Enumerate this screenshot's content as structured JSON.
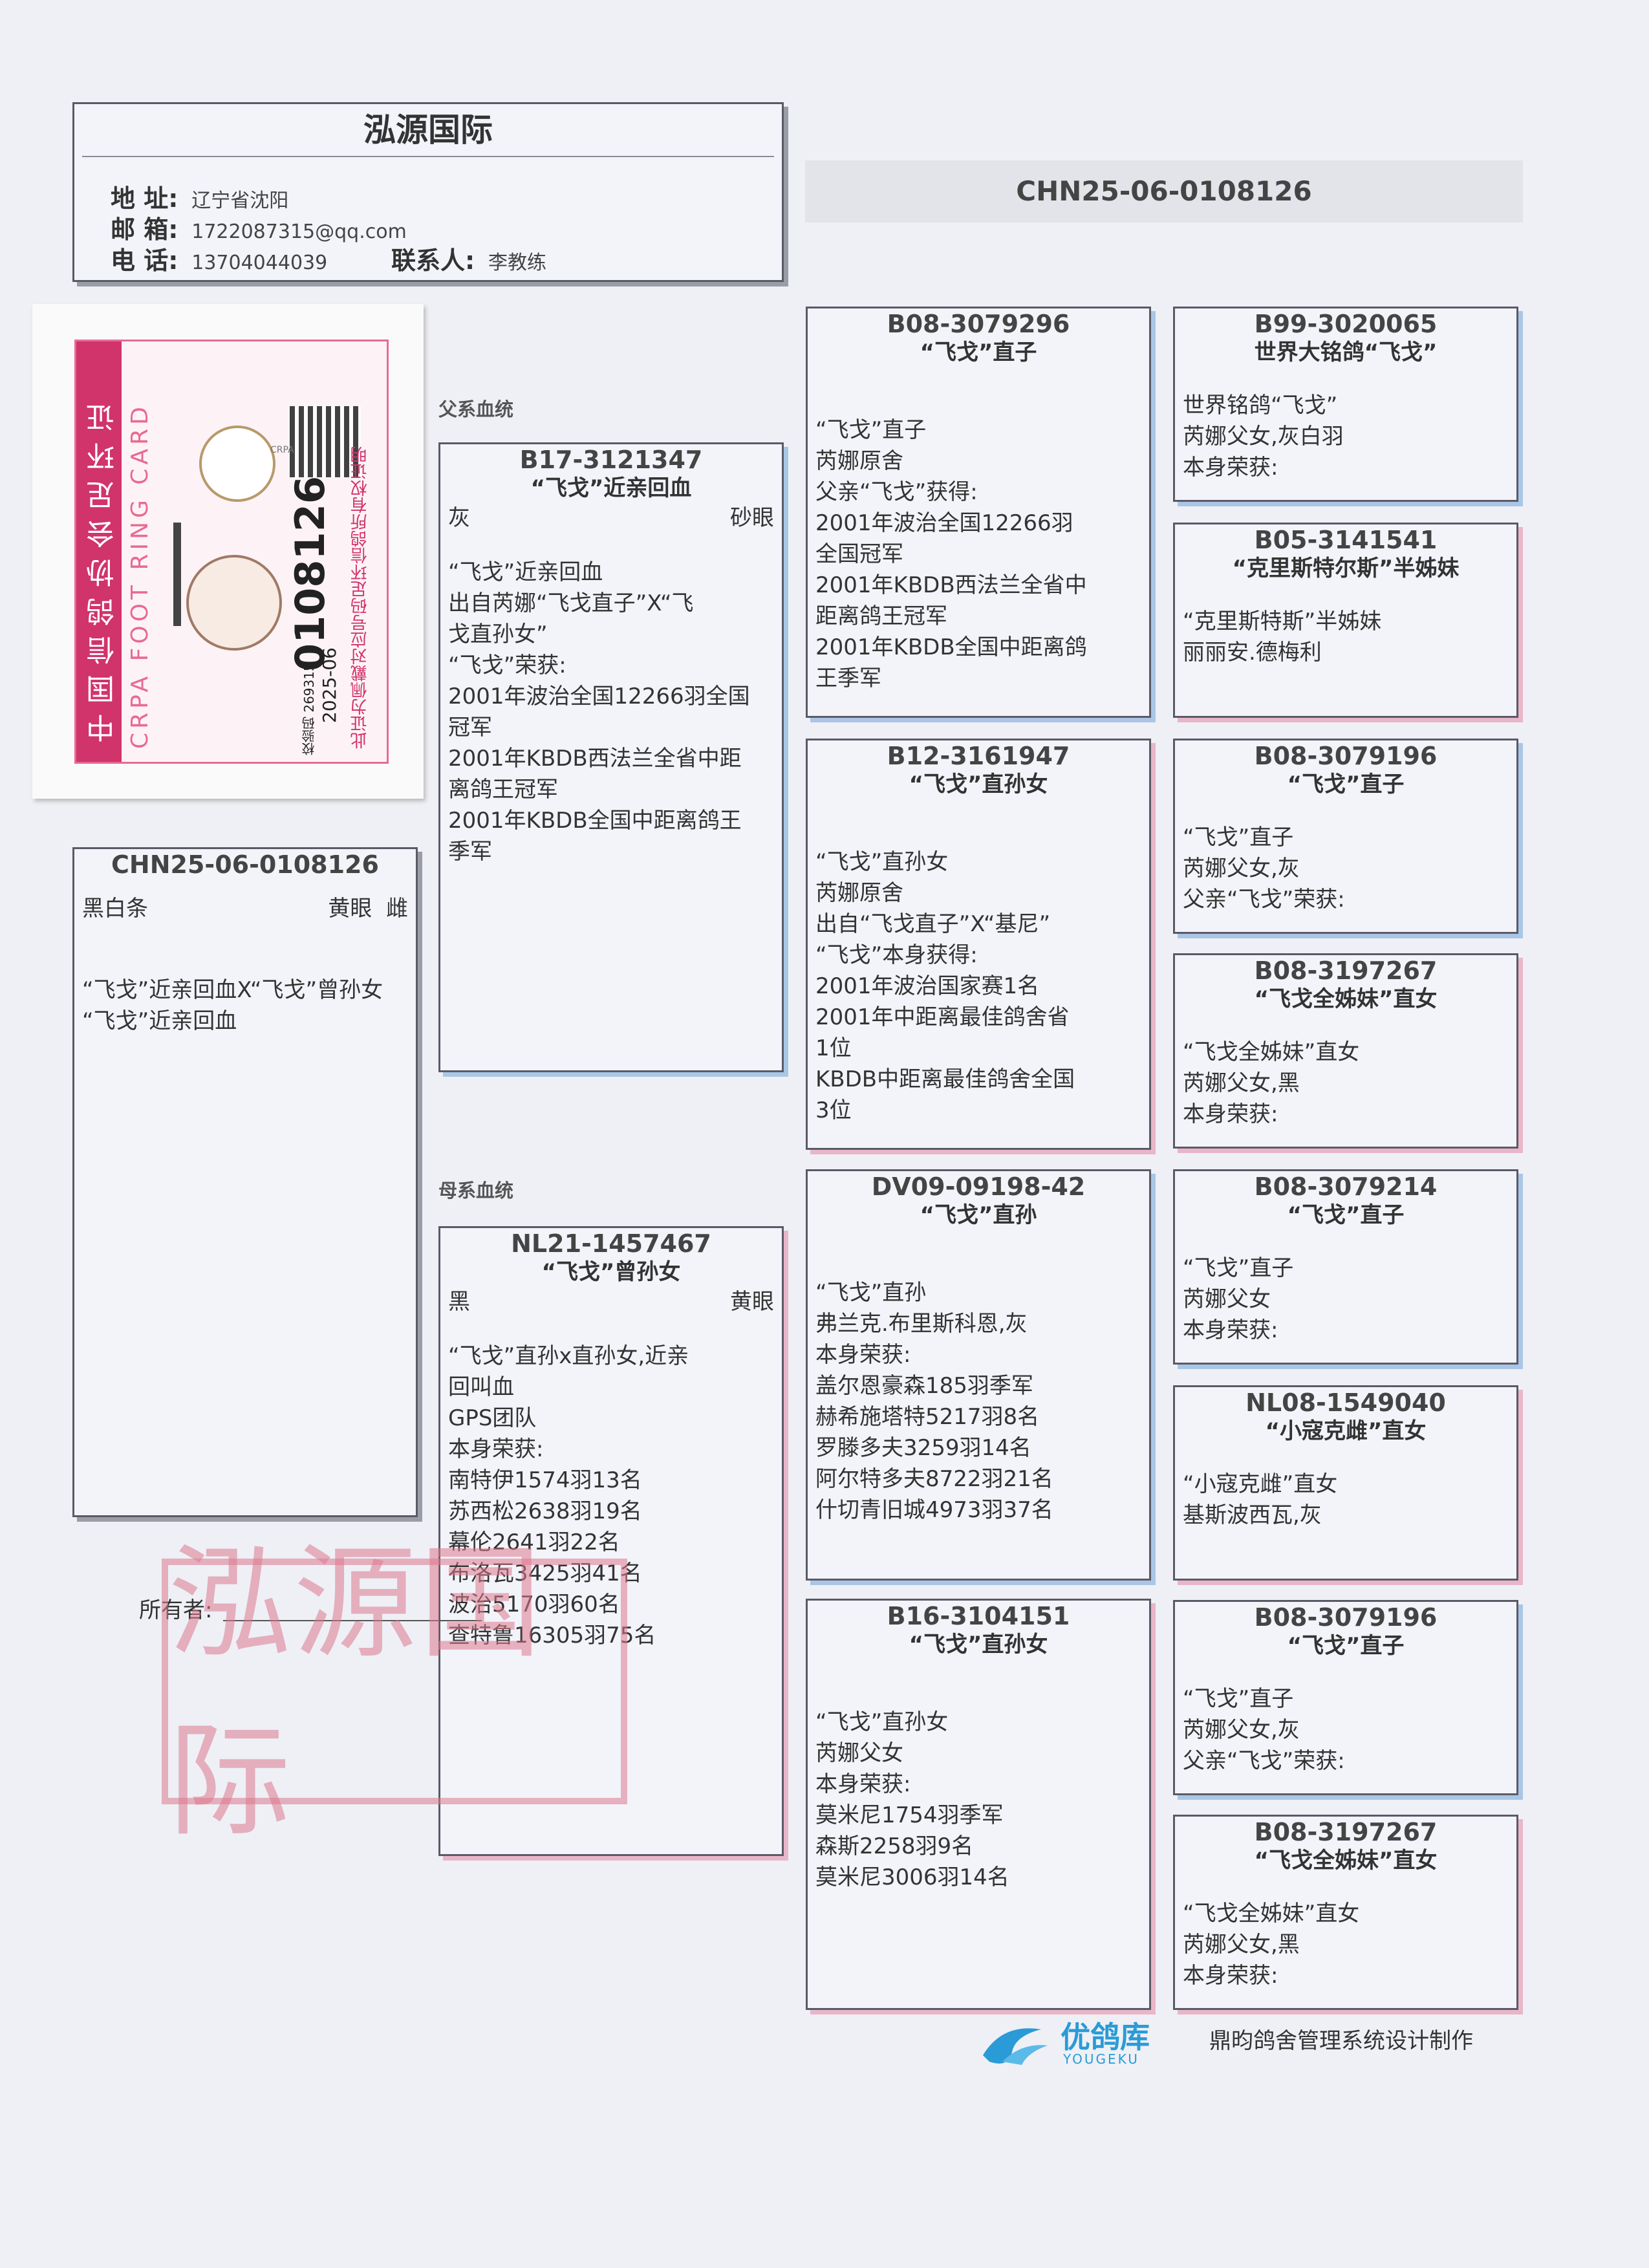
{
  "header": {
    "title": "泓源国际",
    "address_label": "地 址:",
    "address": "辽宁省沈阳",
    "email_label": "邮 箱:",
    "email": "1722087315@qq.com",
    "phone_label": "电 话:",
    "phone": "13704044039",
    "contact_label": "联系人:",
    "contact": "李教练"
  },
  "top_ring": "CHN25-06-0108126",
  "card": {
    "title_cn": "中国信鸽协会足环证",
    "title_en": "CRPA FOOT RING CARD",
    "number": "0108126",
    "year": "2025-06",
    "code": "校验码 269315",
    "notice": "此证为佩戴对应号码足环信鸽所有权证明",
    "logo": "CRPA"
  },
  "labels": {
    "sire_line": "父系血统",
    "dam_line": "母系血统",
    "owner": "所有者:",
    "stamp": "泓源国际"
  },
  "subject": {
    "ring": "CHN25-06-0108126",
    "color": "黑白条",
    "eye": "黄眼",
    "sex": "雌",
    "text": "“飞戈”近亲回血X“飞戈”曾孙女\n“飞戈”近亲回血"
  },
  "sire": {
    "ring": "B17-3121347",
    "name": "“飞戈”近亲回血",
    "color": "灰",
    "eye": "砂眼",
    "text": "“飞戈”近亲回血\n出自芮娜“飞戈直子”X“飞\n戈直孙女”\n“飞戈”荣获:\n2001年波治全国12266羽全国\n冠军\n2001年KBDB西法兰全省中距\n离鸽王冠军\n2001年KBDB全国中距离鸽王\n季军"
  },
  "dam": {
    "ring": "NL21-1457467",
    "name": "“飞戈”曾孙女",
    "color": "黑",
    "eye": "黄眼",
    "text": "“飞戈”直孙x直孙女,近亲\n回叫血\nGPS团队\n本身荣获:\n南特伊1574羽13名\n苏西松2638羽19名\n幕伦2641羽22名\n布洛瓦3425羽41名\n波治5170羽60名\n查特鲁16305羽75名"
  },
  "gen3": [
    {
      "ring": "B08-3079296",
      "name": "“飞戈”直子",
      "text": "“飞戈”直子\n芮娜原舍\n父亲“飞戈”获得:\n2001年波治全国12266羽\n全国冠军\n2001年KBDB西法兰全省中\n距离鸽王冠军\n2001年KBDB全国中距离鸽\n王季军"
    },
    {
      "ring": "B12-3161947",
      "name": "“飞戈”直孙女",
      "text": "“飞戈”直孙女\n芮娜原舍\n出自“飞戈直子”X“基尼”\n“飞戈”本身获得:\n2001年波治国家赛1名\n2001年中距离最佳鸽舍省\n1位\nKBDB中距离最佳鸽舍全国\n3位"
    },
    {
      "ring": "DV09-09198-42",
      "name": "“飞戈”直孙",
      "text": "“飞戈”直孙\n弗兰克.布里斯科恩,灰\n本身荣获:\n盖尔恩豪森185羽季军\n赫希施塔特5217羽8名\n罗滕多夫3259羽14名\n阿尔特多夫8722羽21名\n什切青旧城4973羽37名"
    },
    {
      "ring": "B16-3104151",
      "name": "“飞戈”直孙女",
      "text": "“飞戈”直孙女\n芮娜父女\n本身荣获:\n莫米尼1754羽季军\n森斯2258羽9名\n莫米尼3006羽14名"
    }
  ],
  "gen4": [
    {
      "ring": "B99-3020065",
      "name": "世界大铭鸽“飞戈”",
      "text": "世界铭鸽“飞戈”\n芮娜父女,灰白羽\n本身荣获:"
    },
    {
      "ring": "B05-3141541",
      "name": "“克里斯特尔斯”半姊妹",
      "text": "“克里斯特斯”半姊妹\n丽丽安.德梅利"
    },
    {
      "ring": "B08-3079196",
      "name": "“飞戈”直子",
      "text": "“飞戈”直子\n芮娜父女,灰\n父亲“飞戈”荣获:"
    },
    {
      "ring": "B08-3197267",
      "name": "“飞戈全姊妹”直女",
      "text": "“飞戈全姊妹”直女\n芮娜父女,黑\n本身荣获:"
    },
    {
      "ring": "B08-3079214",
      "name": "“飞戈”直子",
      "text": "“飞戈”直子\n芮娜父女\n本身荣获:"
    },
    {
      "ring": "NL08-1549040",
      "name": "“小寇克雌”直女",
      "text": "“小寇克雌”直女\n基斯波西瓦,灰"
    },
    {
      "ring": "B08-3079196",
      "name": "“飞戈”直子",
      "text": "“飞戈”直子\n芮娜父女,灰\n父亲“飞戈”荣获:"
    },
    {
      "ring": "B08-3197267",
      "name": "“飞戈全姊妹”直女",
      "text": "“飞戈全姊妹”直女\n芮娜父女,黑\n本身荣获:"
    }
  ],
  "footer": {
    "logo_cn": "优鸽库",
    "logo_en": "YOUGEKU",
    "credit": "鼎昀鸽舍管理系统设计制作"
  },
  "colors": {
    "shadow_blue": "#a9c6e6",
    "shadow_pink": "#e9b6c8",
    "card_pink": "#d1336b"
  }
}
